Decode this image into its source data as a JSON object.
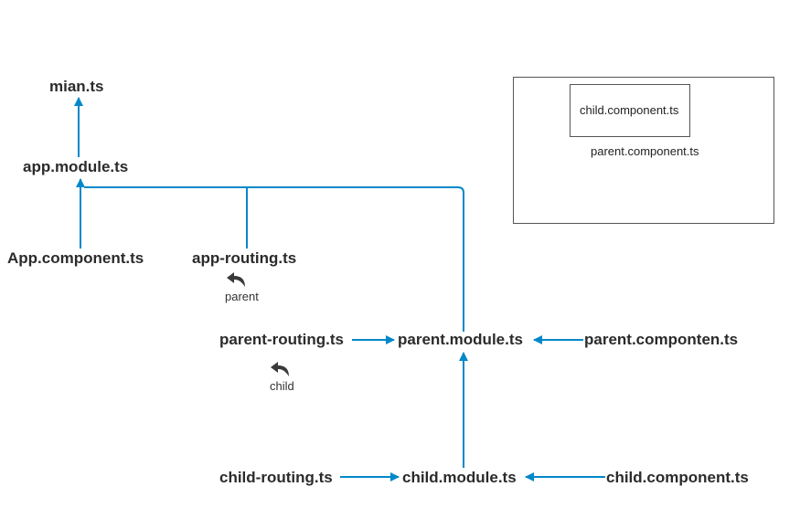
{
  "colors": {
    "connector": "#0288c9",
    "text": "#2b2b2b",
    "box_border": "#555555"
  },
  "icons": {
    "return_arrow": "undo-arrow-icon"
  },
  "nodes": {
    "main": "mian.ts",
    "app_module": "app.module.ts",
    "app_component": "App.component.ts",
    "app_routing": "app-routing.ts",
    "parent_routing": "parent-routing.ts",
    "parent_module": "parent.module.ts",
    "parent_componten": "parent.componten.ts",
    "child_routing": "child-routing.ts",
    "child_module": "child.module.ts",
    "child_component": "child.component.ts"
  },
  "labels": {
    "parent": "parent",
    "child": "child"
  },
  "nesting": {
    "outer": "parent.component.ts",
    "inner": "child.component.ts"
  }
}
